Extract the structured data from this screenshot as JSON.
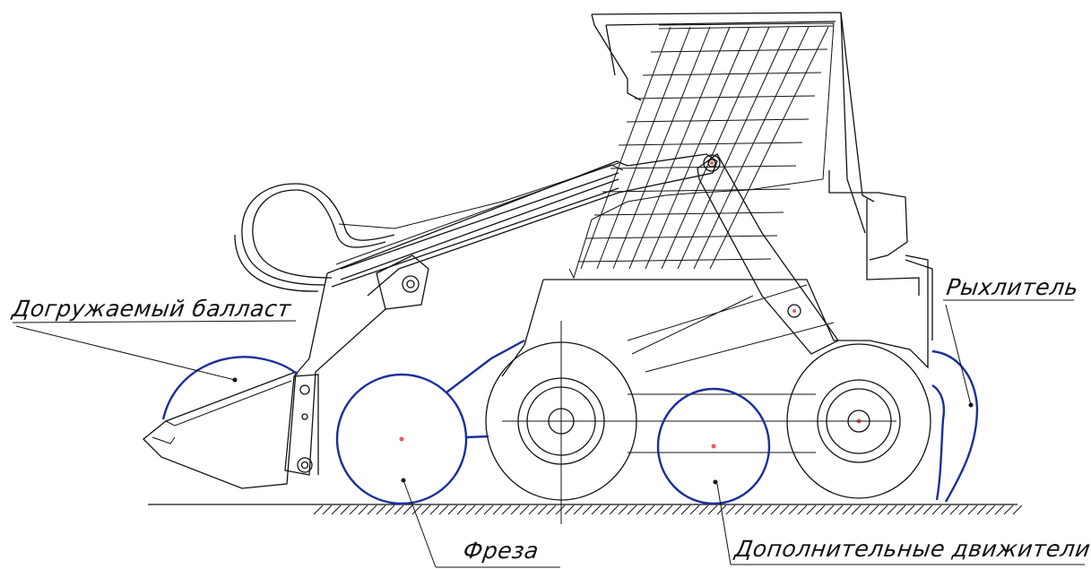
{
  "labels": {
    "ballast": "Догружаемый балласт",
    "ripper": "Рыхлитель",
    "mill": "Фреза",
    "movers": "Дополнительные движители"
  },
  "colors": {
    "line": "#111111",
    "attachment": "#1c2e9c",
    "center_mark": "#e06060",
    "background": "#ffffff"
  }
}
